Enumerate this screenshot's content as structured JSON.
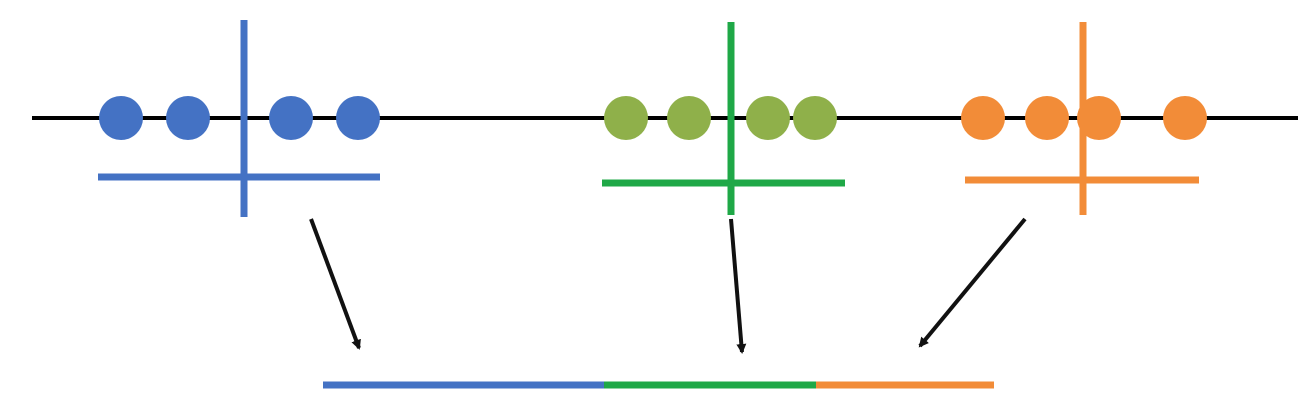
{
  "colors": {
    "baseline": "#000000",
    "arrow": "#111111",
    "blue": "#4472C4",
    "green_dots": "#8FB04A",
    "green_bars": "#1FA847",
    "orange": "#F28C38",
    "background": "#ffffff"
  },
  "groups": [
    {
      "name": "blue",
      "dot_count": 4,
      "dot_color": "#4472C4",
      "bar_color": "#4472C4"
    },
    {
      "name": "green",
      "dot_count": 4,
      "dot_color": "#8FB04A",
      "bar_color": "#1FA847"
    },
    {
      "name": "orange",
      "dot_count": 4,
      "dot_color": "#F28C38",
      "bar_color": "#F28C38"
    }
  ],
  "result_bar": {
    "segments": [
      "blue",
      "green",
      "orange"
    ],
    "segment_colors": [
      "#4472C4",
      "#1FA847",
      "#F28C38"
    ]
  }
}
